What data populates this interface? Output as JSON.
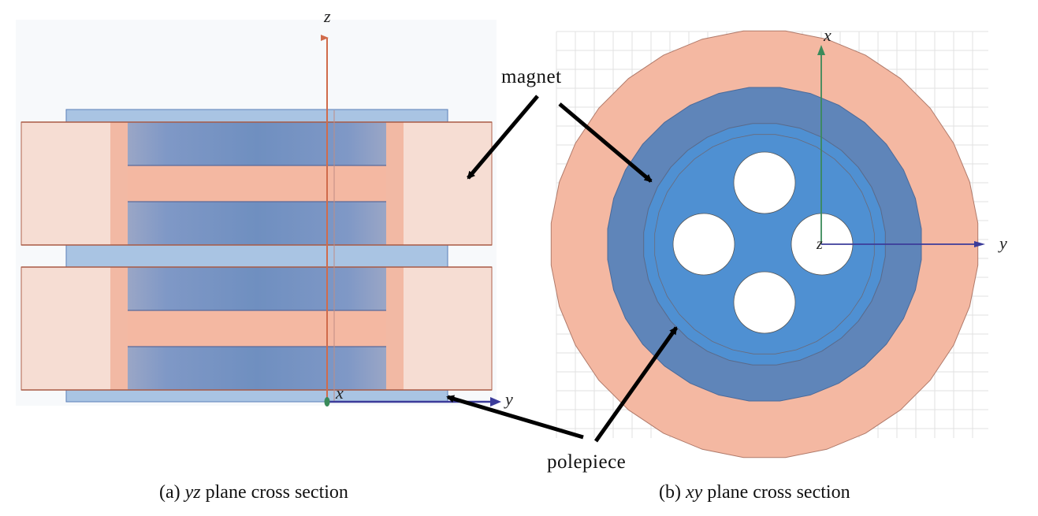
{
  "colors": {
    "magnet": "#f4c2b0",
    "magnet_light": "#f7dcd2",
    "polepiece": "#4f8fcf",
    "polepiece_dark": "#5b82b8",
    "grid": "#e2e2e2",
    "z_axis": "#d06b4b",
    "x_axis_b": "#3a8a5a",
    "y_axis": "#3b3b9a"
  },
  "icons": {
    "arrow": "callout-arrow-icon"
  },
  "panel_a": {
    "axes": {
      "z": "z",
      "x": "x",
      "y": "y"
    },
    "caption": {
      "prefix": "(a) ",
      "plane": "yz",
      "suffix": " plane cross section"
    }
  },
  "panel_b": {
    "axes": {
      "x": "x",
      "y": "y",
      "z": "z"
    },
    "caption": {
      "prefix": "(b) ",
      "plane": "xy",
      "suffix": " plane cross section"
    }
  },
  "labels": {
    "magnet": "magnet",
    "polepiece": "polepiece"
  }
}
